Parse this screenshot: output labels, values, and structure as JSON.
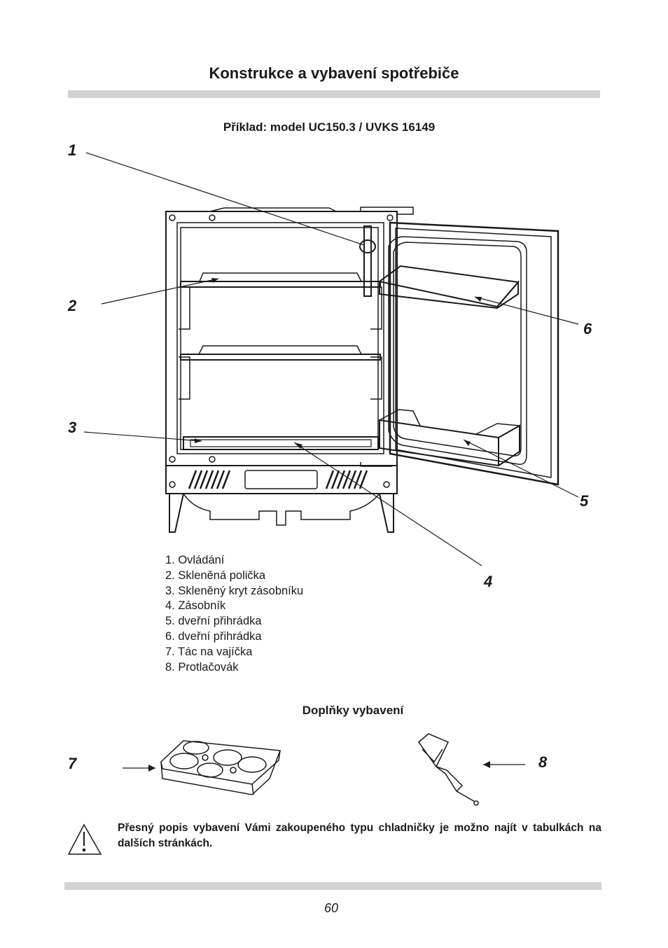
{
  "header": {
    "title": "Konstrukce a vybavení spotřebiče"
  },
  "figure": {
    "subtitle": "Příklad: model UC150.3 / UVKS 16149",
    "callouts": [
      "1",
      "2",
      "3",
      "4",
      "5",
      "6",
      "7",
      "8"
    ]
  },
  "legend": {
    "items": [
      "1. Ovládání",
      "2. Skleněná polička",
      "3. Skleněný kryt zásobníku",
      "4. Zásobník",
      "5. dveřní přihrádka",
      "6. dveřní přihrádka",
      "7. Tác na vajíčka",
      "8. Protlačovák"
    ]
  },
  "accessories": {
    "title": "Doplňky vybavení"
  },
  "note": {
    "icon": "warning-triangle-icon",
    "text": "Přesný popis vybavení Vámi zakoupeného typu chladničky je možno najít v tabulkách na dalších stránkách."
  },
  "footer": {
    "page_number": "60"
  }
}
